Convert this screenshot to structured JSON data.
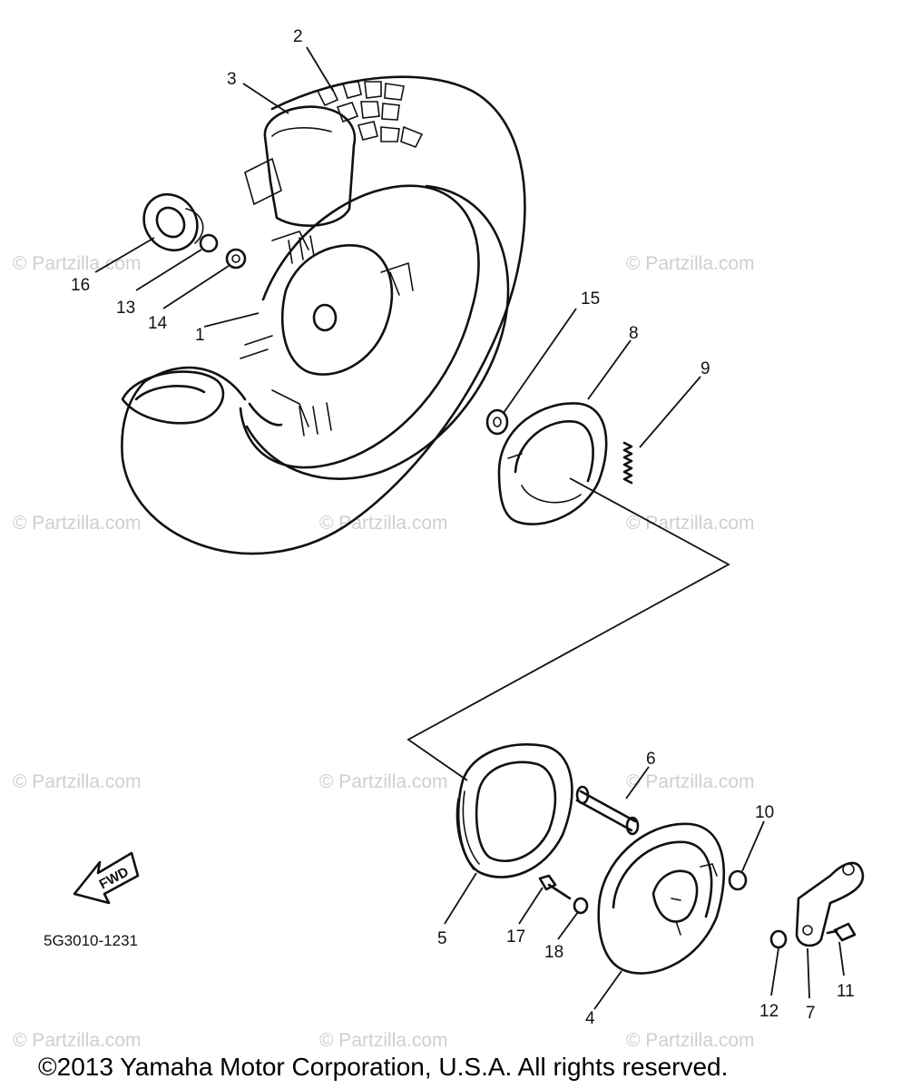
{
  "watermark": "© Partzilla.com",
  "part_code": "5G3010-1231",
  "fwd_label": "FWD",
  "copyright": "©2013 Yamaha Motor Corporation, U.S.A. All rights reserved.",
  "callouts": [
    "1",
    "2",
    "3",
    "4",
    "5",
    "6",
    "7",
    "8",
    "9",
    "10",
    "11",
    "12",
    "13",
    "14",
    "15",
    "16",
    "17",
    "18"
  ]
}
